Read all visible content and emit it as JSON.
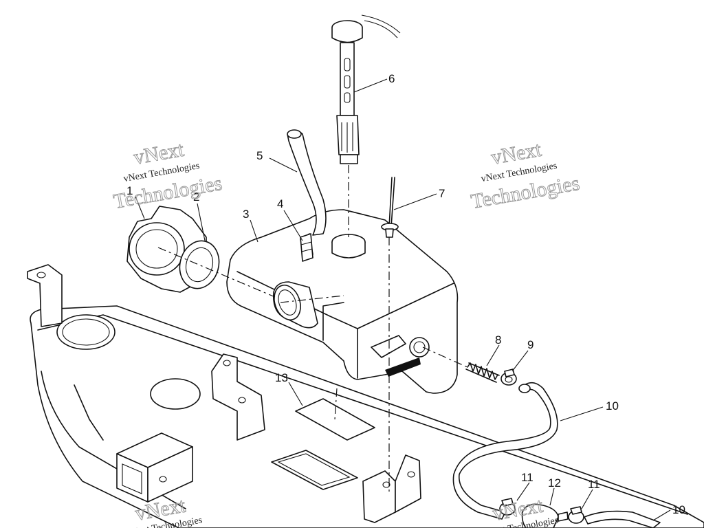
{
  "watermark": {
    "brand": "vNext",
    "word": "Technologies",
    "full": "vNext Technologies"
  },
  "callouts": [
    {
      "id": "1",
      "label": "1"
    },
    {
      "id": "2",
      "label": "2"
    },
    {
      "id": "3",
      "label": "3"
    },
    {
      "id": "4",
      "label": "4"
    },
    {
      "id": "5",
      "label": "5"
    },
    {
      "id": "6",
      "label": "6"
    },
    {
      "id": "7",
      "label": "7"
    },
    {
      "id": "8",
      "label": "8"
    },
    {
      "id": "9",
      "label": "9"
    },
    {
      "id": "10a",
      "label": "10"
    },
    {
      "id": "10b",
      "label": "10"
    },
    {
      "id": "11a",
      "label": "11"
    },
    {
      "id": "11b",
      "label": "11"
    },
    {
      "id": "12",
      "label": "12"
    },
    {
      "id": "13",
      "label": "13"
    }
  ]
}
